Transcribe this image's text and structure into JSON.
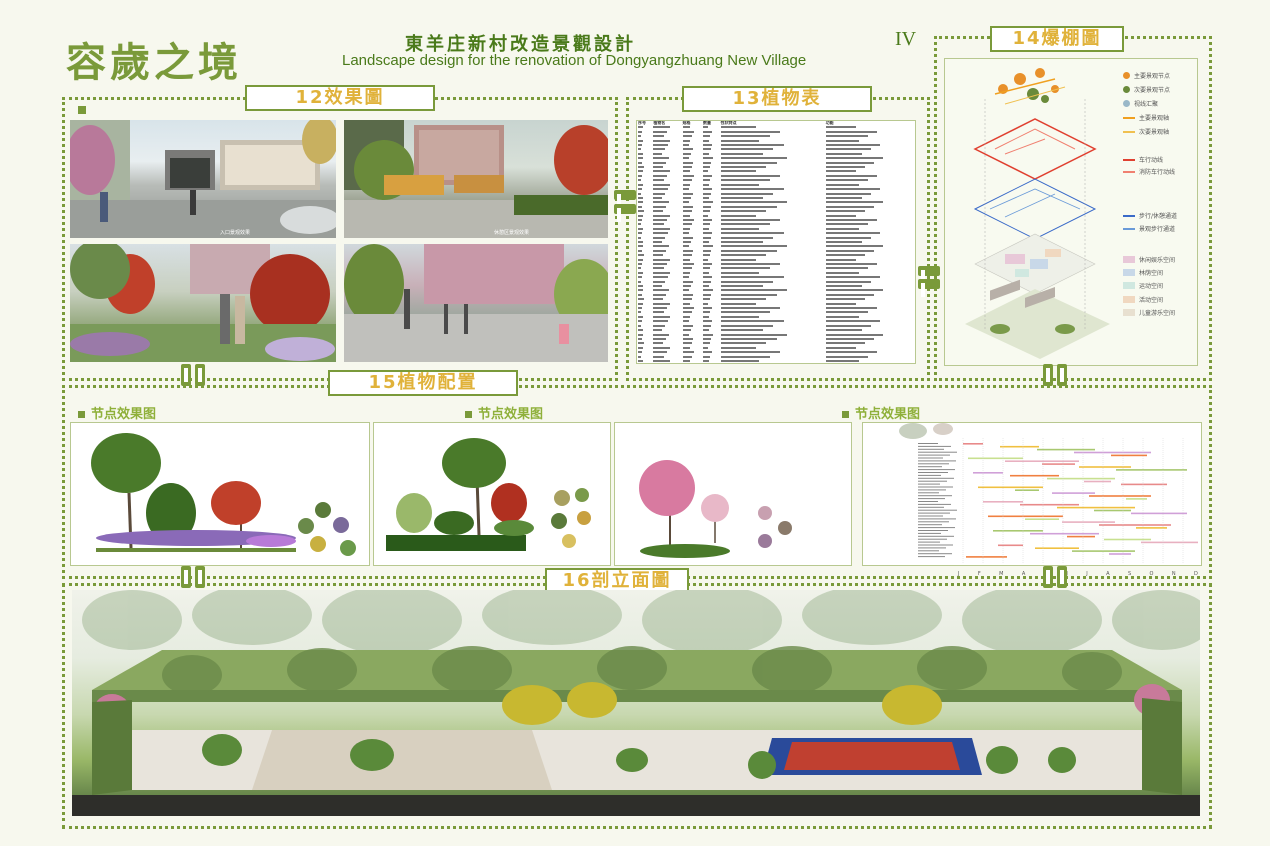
{
  "header": {
    "logo_title": "容歲之境",
    "title_cn": "東羊庄新村改造景觀設計",
    "title_en": "Landscape design for the renovation of Dongyangzhuang New Village",
    "sheet_number": "IV"
  },
  "sections": {
    "renderings": "12效果圖",
    "plant_table": "13植物表",
    "exploded": "14爆棚圖",
    "plant_config": "15植物配置",
    "elevation": "16剖立面圖"
  },
  "node_labels": [
    "节点效果图",
    "节点效果图",
    "节点效果图"
  ],
  "plant_table": {
    "headers": [
      "序号",
      "植物名",
      "规格",
      "数量",
      "性状特点",
      "功能"
    ],
    "row_count": 60
  },
  "exploded_legend": [
    {
      "label": "主要景观节点",
      "color": "#e8902a"
    },
    {
      "label": "次要景观节点",
      "color": "#6a8a3a"
    },
    {
      "label": "视线汇聚",
      "color": "#9ab8c8"
    },
    {
      "label": "主要景观轴",
      "color": "#f0a020"
    },
    {
      "label": "次要景观轴",
      "color": "#f0c050"
    },
    {
      "label": "车行动线",
      "color": "#e04030"
    },
    {
      "label": "消防车行动线",
      "color": "#f08070"
    },
    {
      "label": "步行/休憩通道",
      "color": "#3a6ac8"
    },
    {
      "label": "景观步行通道",
      "color": "#6a9ad8"
    },
    {
      "label": "休闲娱乐空间",
      "color": "#e8c8d8"
    },
    {
      "label": "林荫空间",
      "color": "#c8d8e8"
    },
    {
      "label": "运动空间",
      "color": "#d0e8e0"
    },
    {
      "label": "活动空间",
      "color": "#f0d8c0"
    },
    {
      "label": "儿童游乐空间",
      "color": "#e8e0d0"
    }
  ],
  "photo_captions": [
    "入口景观效果",
    "休憩区景观效果",
    "",
    ""
  ],
  "months": [
    "J",
    "F",
    "M",
    "A",
    "M",
    "J",
    "J",
    "A",
    "S",
    "O",
    "N",
    "D"
  ],
  "colors": {
    "accent": "#7a9a3a",
    "tag_text": "#e0b23a",
    "background": "#f7f8ee"
  }
}
